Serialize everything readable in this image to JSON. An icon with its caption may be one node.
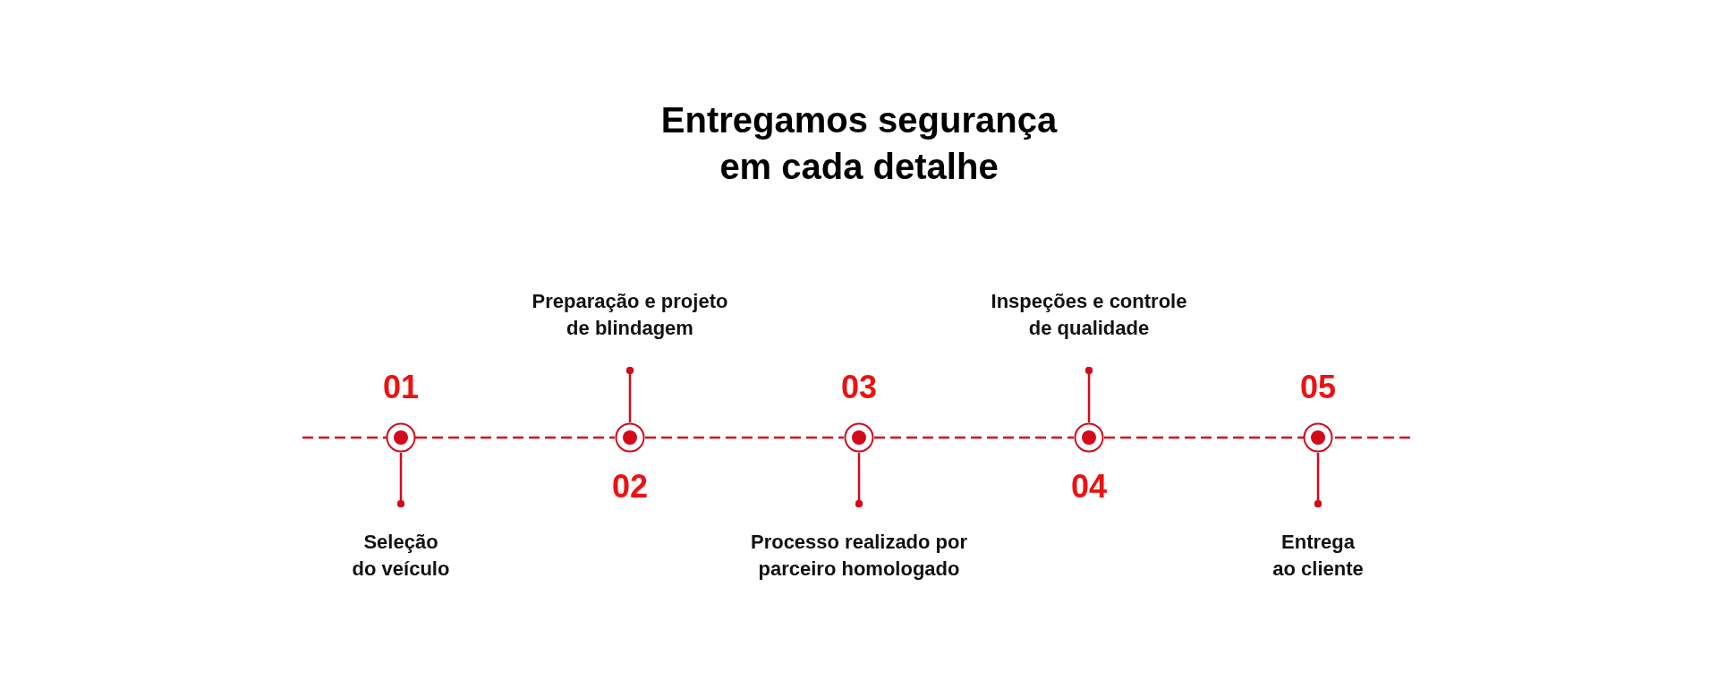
{
  "diagram": {
    "title": "Entregamos segurança em cada detalhe",
    "nodes": [
      {
        "text": [],
        "shape": "circle",
        "beside": [
          "01"
        ]
      },
      {
        "text": [],
        "shape": "circle",
        "beside": [
          "02"
        ]
      },
      {
        "text": [],
        "shape": "circle",
        "beside": [
          "03"
        ]
      },
      {
        "text": [],
        "shape": "circle",
        "beside": [
          "04"
        ]
      },
      {
        "text": [],
        "shape": "circle",
        "beside": [
          "05"
        ]
      },
      {
        "text": [
          "Seleção do veículo"
        ]
      },
      {
        "text": [
          "Preparação e projeto de blindagem"
        ]
      },
      {
        "text": [
          "Processo realizado por parceiro homologado"
        ]
      },
      {
        "text": [
          "Inspeções e controle de qualidade"
        ]
      },
      {
        "text": [
          "Entrega ao cliente"
        ]
      }
    ],
    "edges": [
      {
        "from": null,
        "to": 0,
        "arrow": "none",
        "style": "dashed"
      },
      {
        "from": 0,
        "to": 1,
        "arrow": "none",
        "style": "dashed"
      },
      {
        "from": 1,
        "to": 2,
        "arrow": "none",
        "style": "dashed"
      },
      {
        "from": 2,
        "to": 3,
        "arrow": "none",
        "style": "dashed"
      },
      {
        "from": 3,
        "to": 4,
        "arrow": "none",
        "style": "dashed"
      },
      {
        "from": 4,
        "to": null,
        "arrow": "none",
        "style": "dashed"
      },
      {
        "from": 0,
        "to": 5,
        "arrow": "other"
      },
      {
        "from": 1,
        "to": 6,
        "arrow": "other"
      },
      {
        "from": 2,
        "to": 7,
        "arrow": "other"
      },
      {
        "from": 3,
        "to": 8,
        "arrow": "other"
      },
      {
        "from": 4,
        "to": 9,
        "arrow": "other"
      }
    ]
  }
}
